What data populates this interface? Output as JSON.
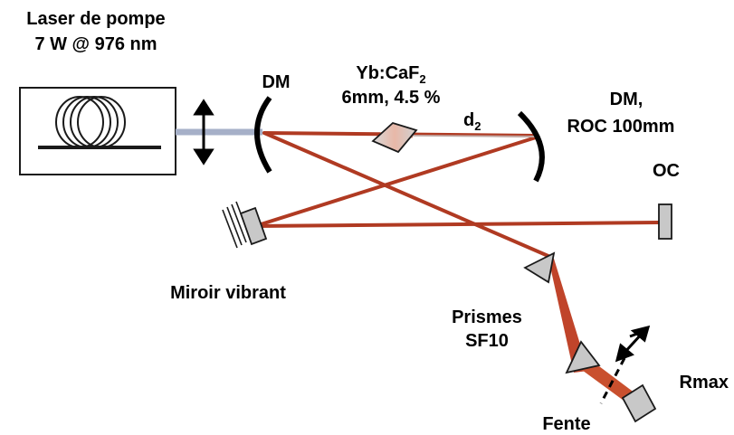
{
  "labels": {
    "pump_line1": "Laser de pompe",
    "pump_line2": "7 W @ 976 nm",
    "dm_left": "DM",
    "crystal_line1_main": "Yb:CaF",
    "crystal_line1_sub": "2",
    "crystal_line2": "6mm, 4.5 %",
    "d2_main": "d",
    "d2_sub": "2",
    "dm_right_line1": "DM,",
    "dm_right_line2": "ROC 100mm",
    "oc": "OC",
    "miroir": "Miroir vibrant",
    "prismes_line1": "Prismes",
    "prismes_line2": "SF10",
    "rmax": "Rmax",
    "fente": "Fente"
  },
  "colors": {
    "beam": "#b03a22",
    "beam_dark": "#9a2e1a",
    "beam_light": "#e0552e",
    "pump_beam": "#a6b0c8",
    "optic_fill": "#c8c8c8",
    "optic_stroke": "#1a1a1a"
  },
  "icons": {
    "pump_source": "fiber-coil-icon",
    "lens": "double-arrow-lens-icon",
    "slit_translation": "double-arrow-icon"
  }
}
